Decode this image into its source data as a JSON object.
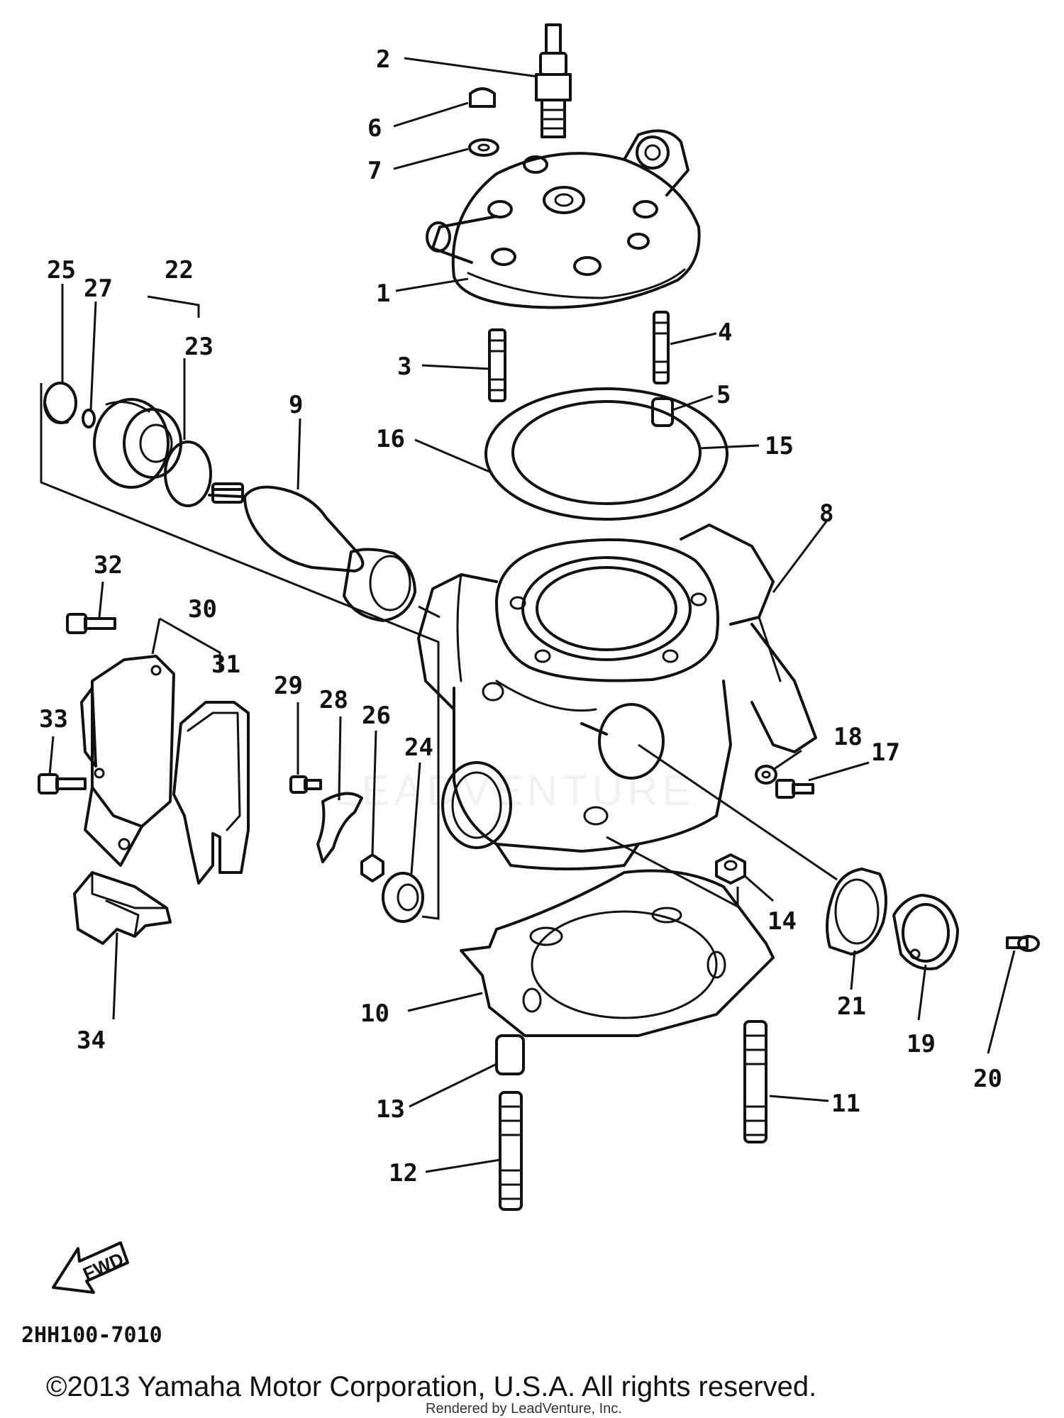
{
  "diagram": {
    "part_code": "2HH100-7010",
    "fwd_label": "FWD",
    "watermark": "LEADVENTURE",
    "copyright": "©2013 Yamaha Motor Corporation, U.S.A. All rights reserved.",
    "render_note": "Rendered by LeadVenture, Inc."
  },
  "callouts": [
    "1",
    "2",
    "3",
    "4",
    "5",
    "6",
    "7",
    "8",
    "9",
    "10",
    "11",
    "12",
    "13",
    "14",
    "15",
    "16",
    "17",
    "18",
    "19",
    "20",
    "21",
    "22",
    "23",
    "24",
    "25",
    "26",
    "27",
    "28",
    "29",
    "30",
    "31",
    "32",
    "33",
    "34"
  ]
}
